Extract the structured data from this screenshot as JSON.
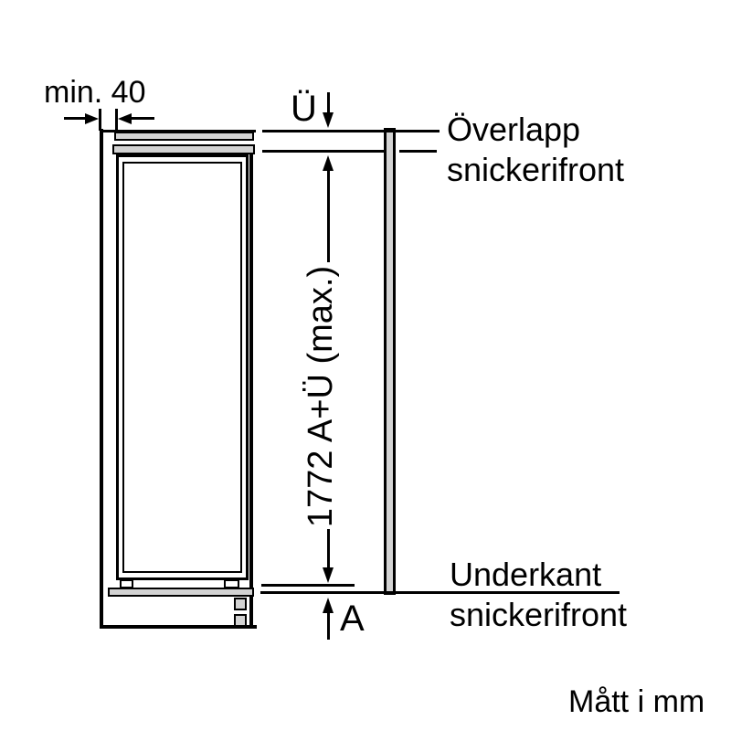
{
  "diagram": {
    "top_clearance_dimension": {
      "label": "min. 40"
    },
    "overlap_dimension": {
      "label": "Ü"
    },
    "overlap_reference": {
      "line1": "Överlapp",
      "line2": "snickerifront"
    },
    "height_dimension": {
      "label": "1772 A+Ü (max.)"
    },
    "bottom_reference": {
      "line1": "Underkant",
      "line2": "snickerifront"
    },
    "bottom_dimension": {
      "label": "A"
    },
    "units_note": "Mått i mm"
  },
  "colors": {
    "line": "#000000",
    "panel_fill": "#d3d3d3",
    "background": "#ffffff"
  }
}
